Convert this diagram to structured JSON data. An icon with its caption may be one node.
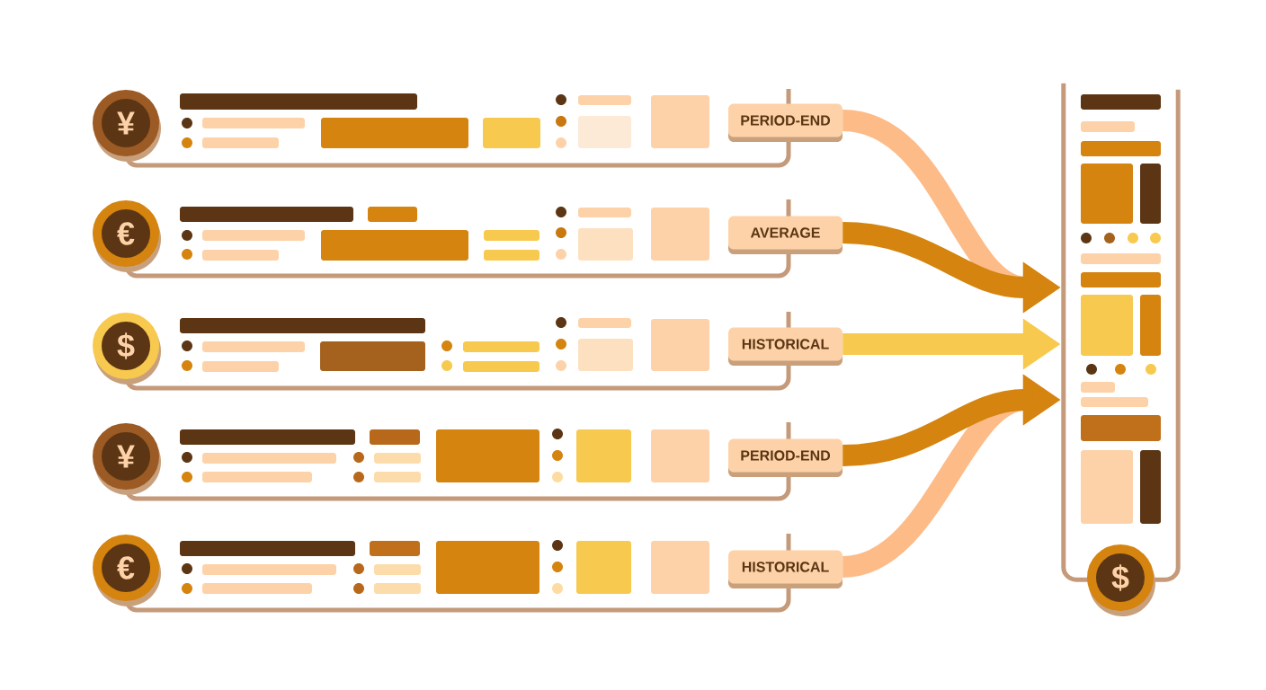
{
  "diagram": {
    "nodes": [
      {
        "text": [
          "¥"
        ]
      },
      {
        "text": [
          "PERIOD-END"
        ]
      },
      {
        "text": [
          "€"
        ]
      },
      {
        "text": [
          "AVERAGE"
        ]
      },
      {
        "text": [
          "$"
        ]
      },
      {
        "text": [
          "HISTORICAL"
        ]
      },
      {
        "text": [
          "¥"
        ]
      },
      {
        "text": [
          "PERIOD-END"
        ]
      },
      {
        "text": [
          "€"
        ]
      },
      {
        "text": [
          "HISTORICAL"
        ]
      },
      {
        "text": [],
        "shape": "box"
      },
      {
        "text": [
          "$"
        ]
      }
    ],
    "edges": [
      {
        "from": 1,
        "to": 10,
        "arrow": "to",
        "color": "#fdbb88"
      },
      {
        "from": 9,
        "to": 10,
        "arrow": "to",
        "color": "#fdbb88"
      },
      {
        "from": 3,
        "to": 10,
        "arrow": "to",
        "color": "#d4840f"
      },
      {
        "from": 7,
        "to": 10,
        "arrow": "to",
        "color": "#d4840f"
      },
      {
        "from": 5,
        "to": 10,
        "arrow": "to",
        "color": "#f7c94f"
      }
    ]
  }
}
